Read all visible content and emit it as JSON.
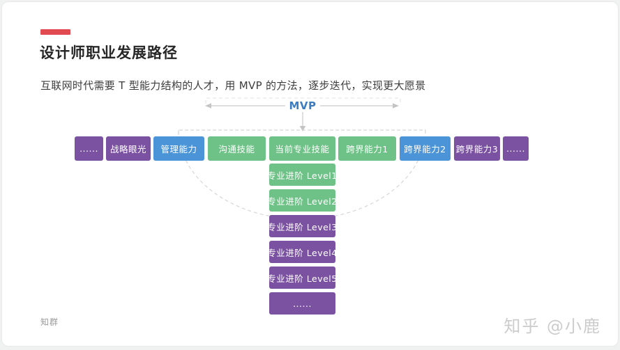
{
  "page": {
    "title": "设计师职业发展路径",
    "subtitle": "互联网时代需要 T 型能力结构的人才，用 MVP 的方法，逐步迭代，实现更大愿景",
    "footer_left": "知群",
    "watermark": "知乎 @小鹿"
  },
  "diagram": {
    "mvp_label": "MVP",
    "colors": {
      "purple": "#7B51A1",
      "blue": "#4B94D8",
      "green": "#6FC287",
      "accent_red": "#E04A50",
      "mvp_blue": "#3D7CC0",
      "line_gray": "#CCCCCC"
    },
    "row": [
      {
        "label": "......",
        "color": "purple"
      },
      {
        "label": "战略眼光",
        "color": "purple"
      },
      {
        "label": "管理能力",
        "color": "blue"
      },
      {
        "label": "沟通技能",
        "color": "green"
      },
      {
        "label": "当前专业技能",
        "color": "green"
      },
      {
        "label": "跨界能力1",
        "color": "green"
      },
      {
        "label": "跨界能力2",
        "color": "blue"
      },
      {
        "label": "跨界能力3",
        "color": "purple"
      },
      {
        "label": "......",
        "color": "purple"
      }
    ],
    "column": [
      {
        "label": "专业进阶 Level1",
        "color": "green"
      },
      {
        "label": "专业进阶 Level2",
        "color": "green"
      },
      {
        "label": "专业进阶 Level3",
        "color": "purple"
      },
      {
        "label": "专业进阶 Level4",
        "color": "purple"
      },
      {
        "label": "专业进阶 Level5",
        "color": "purple"
      },
      {
        "label": "......",
        "color": "purple"
      }
    ]
  }
}
